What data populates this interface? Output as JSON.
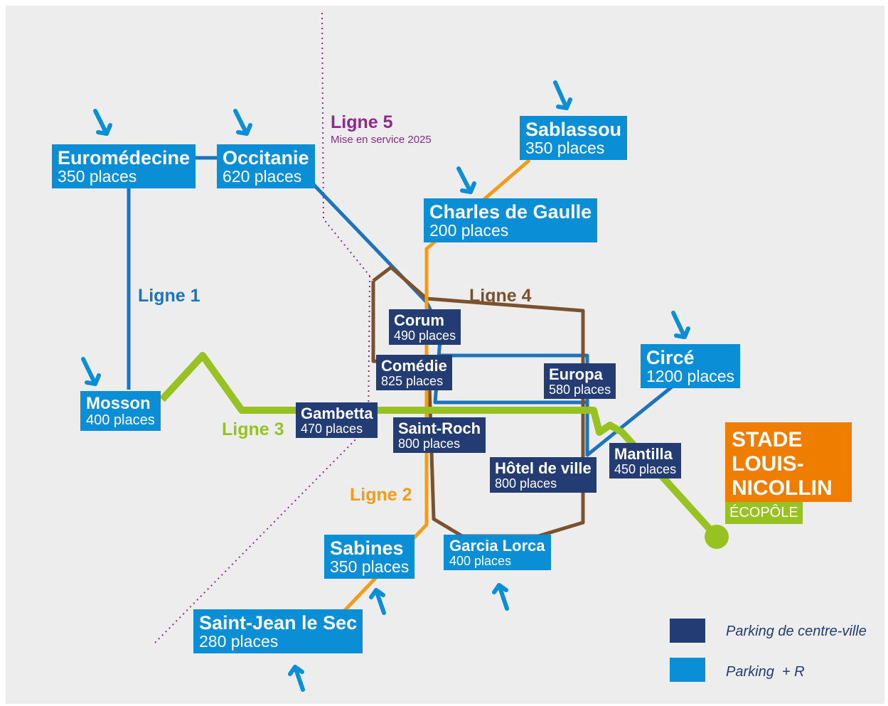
{
  "colors": {
    "background": "#ededed",
    "ligne1": "#1e73be",
    "ligne2": "#f39c19",
    "ligne3": "#97c221",
    "ligne4": "#7a5230",
    "ligne5": "#8e2a8c",
    "parking_r": "#0a8fd6",
    "parking_centre": "#233c73",
    "stade": "#ef7d00"
  },
  "lines": {
    "ligne1": "Ligne 1",
    "ligne2": "Ligne 2",
    "ligne3": "Ligne 3",
    "ligne4": "Ligne 4",
    "ligne5": "Ligne 5",
    "ligne5_note": "Mise en service 2025"
  },
  "parkings_r": {
    "euromedecine": {
      "name": "Euromédecine",
      "places": "350 places"
    },
    "occitanie": {
      "name": "Occitanie",
      "places": "620 places"
    },
    "sablassou": {
      "name": "Sablassou",
      "places": "350 places"
    },
    "charles_de_gaulle": {
      "name": "Charles de Gaulle",
      "places": "200 places"
    },
    "circe": {
      "name": "Circé",
      "places": "1200 places"
    },
    "mosson": {
      "name": "Mosson",
      "places": "400 places"
    },
    "sabines": {
      "name": "Sabines",
      "places": "350 places"
    },
    "garcia_lorca": {
      "name": "Garcia Lorca",
      "places": "400 places"
    },
    "saint_jean_le_sec": {
      "name": "Saint-Jean le Sec",
      "places": "280 places"
    }
  },
  "parkings_centre": {
    "corum": {
      "name": "Corum",
      "places": "490 places"
    },
    "comedie": {
      "name": "Comédie",
      "places": "825 places"
    },
    "europa": {
      "name": "Europa",
      "places": "580 places"
    },
    "gambetta": {
      "name": "Gambetta",
      "places": "470 places"
    },
    "saint_roch": {
      "name": "Saint-Roch",
      "places": "800 places"
    },
    "hotel_de_ville": {
      "name": "Hôtel de ville",
      "places": "800 places"
    },
    "mantilla": {
      "name": "Mantilla",
      "places": "450 places"
    }
  },
  "stade": {
    "line1": "STADE",
    "line2": "LOUIS-",
    "line3": "NICOLLIN",
    "sub": "ÉCOPÔLE"
  },
  "legend": {
    "centre_ville": "Parking de centre-ville",
    "parking_r": "Parking  + R"
  }
}
